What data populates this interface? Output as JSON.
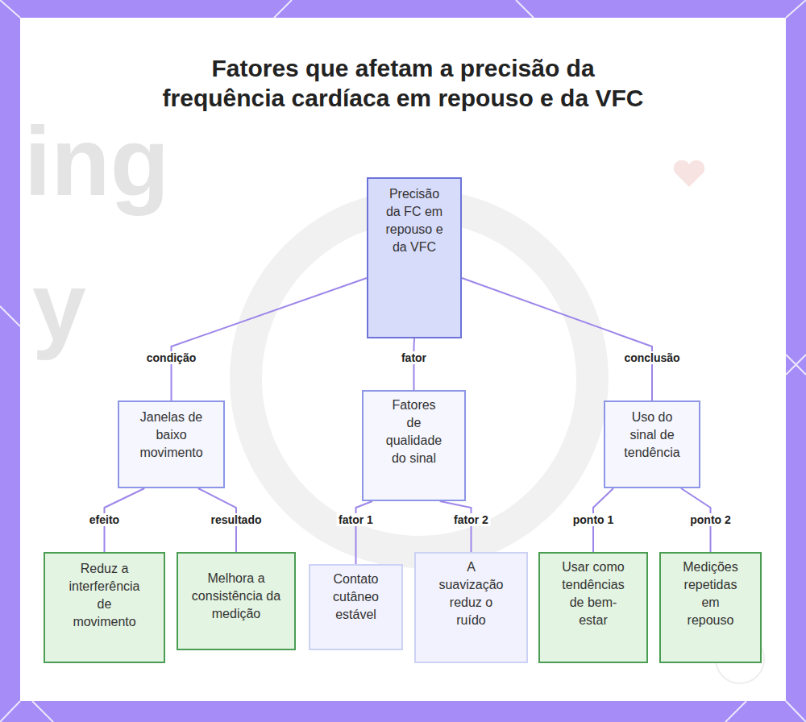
{
  "diagram": {
    "title": "Fatores que afetam a precisão da frequência cardíaca em repouso e da VFC",
    "nodes": [
      {
        "text": [
          "Precisão da FC em repouso e da VFC"
        ]
      },
      {
        "text": [
          "Janelas de baixo movimento"
        ]
      },
      {
        "text": [
          "Fatores de qualidade do sinal"
        ]
      },
      {
        "text": [
          "Uso do sinal de tendência"
        ]
      },
      {
        "text": [
          "Reduz a interferência de movimento"
        ]
      },
      {
        "text": [
          "Melhora a consistência da medição"
        ]
      },
      {
        "text": [
          "Contato cutâneo estável"
        ]
      },
      {
        "text": [
          "A suavização reduz o ruído"
        ]
      },
      {
        "text": [
          "Usar como tendências de bem-estar"
        ]
      },
      {
        "text": [
          "Medições repetidas em repouso"
        ]
      }
    ],
    "edges": [
      {
        "from": 0,
        "to": 1,
        "label": "condição",
        "arrow": "none"
      },
      {
        "from": 0,
        "to": 2,
        "label": "fator",
        "arrow": "none"
      },
      {
        "from": 0,
        "to": 3,
        "label": "conclusão",
        "arrow": "none"
      },
      {
        "from": 1,
        "to": 4,
        "label": "efeito",
        "arrow": "none"
      },
      {
        "from": 1,
        "to": 5,
        "label": "resultado",
        "arrow": "none"
      },
      {
        "from": 2,
        "to": 6,
        "label": "fator 1",
        "arrow": "none"
      },
      {
        "from": 2,
        "to": 7,
        "label": "fator 2",
        "arrow": "none"
      },
      {
        "from": 3,
        "to": 8,
        "label": "ponto 1",
        "arrow": "none"
      },
      {
        "from": 3,
        "to": 9,
        "label": "ponto 2",
        "arrow": "none"
      }
    ],
    "labels": [
      "ing",
      "y"
    ]
  }
}
